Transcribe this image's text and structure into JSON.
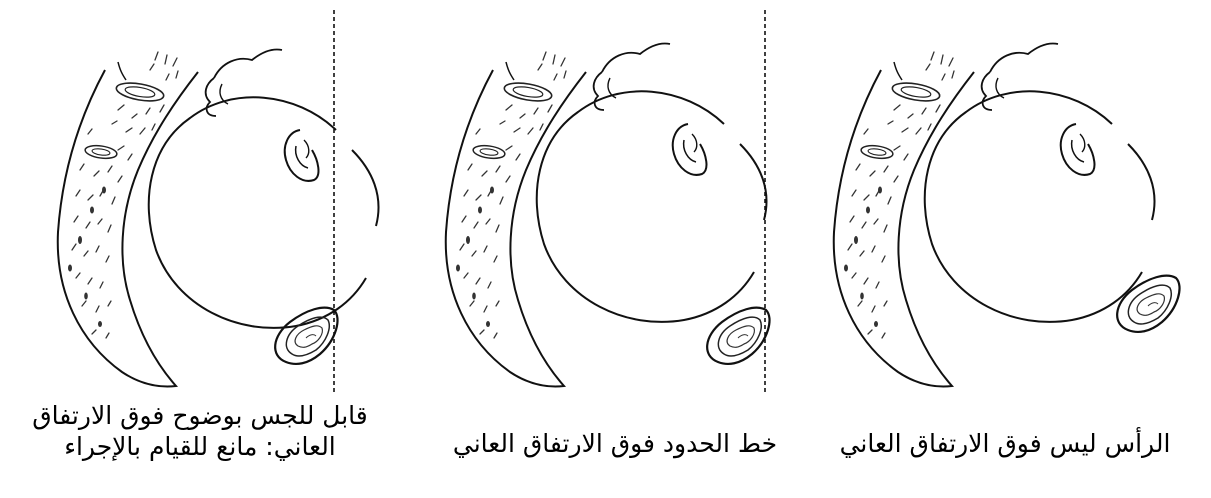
{
  "panels": [
    {
      "id": "left",
      "caption_lines": [
        "قابل للجس بوضوح فوق الارتفاق",
        "العاني: مانع للقيام بالإجراء"
      ]
    },
    {
      "id": "middle",
      "caption_lines": [
        "خط الحدود فوق الارتفاق العاني"
      ]
    },
    {
      "id": "right",
      "caption_lines": [
        "الرأس ليس فوق الارتفاق العاني"
      ]
    }
  ]
}
